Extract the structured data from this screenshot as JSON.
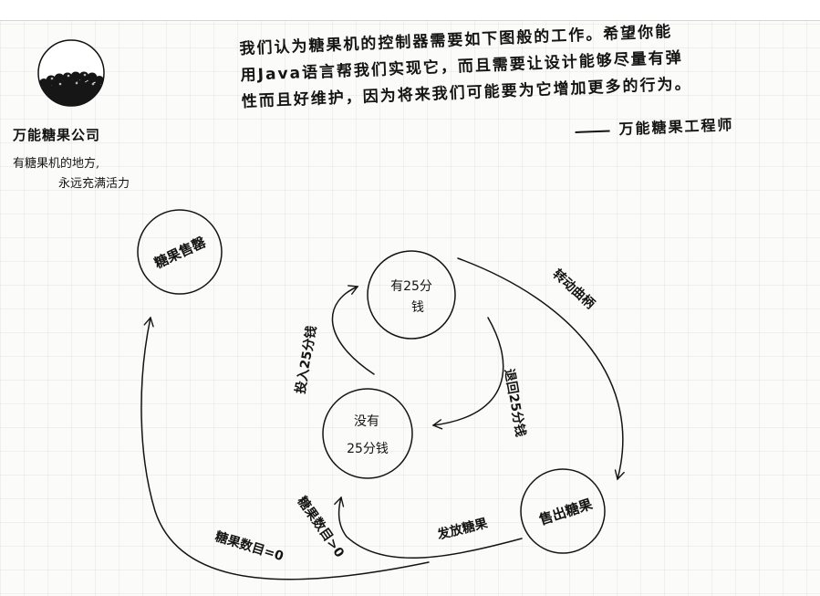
{
  "header": {
    "company_name": "万能糖果公司",
    "slogan_line1": "有糖果机的地方,",
    "slogan_line2": "永远充满活力"
  },
  "quote": {
    "line1": "我们认为糖果机的控制器需要如下图般的工作。希望你能",
    "line2": "用Java语言帮我们实现它，而且需要让设计能够尽量有弹",
    "line3": "性而且好维护，因为将来我们可能要为它增加更多的行为。",
    "attribution": "万能糖果工程师"
  },
  "states": {
    "sold_out": "糖果售罄",
    "has_quarter_line1": "有25分",
    "has_quarter_line2": "钱",
    "no_quarter_line1": "没有",
    "no_quarter_line2": "25分钱",
    "sold": "售出糖果"
  },
  "transitions": {
    "insert_quarter": "投入25分钱",
    "eject_quarter": "退回25分钱",
    "turn_crank": "转动曲柄",
    "dispense": "发放糖果",
    "count_positive": "糖果数目>0",
    "count_zero": "糖果数目=0"
  }
}
